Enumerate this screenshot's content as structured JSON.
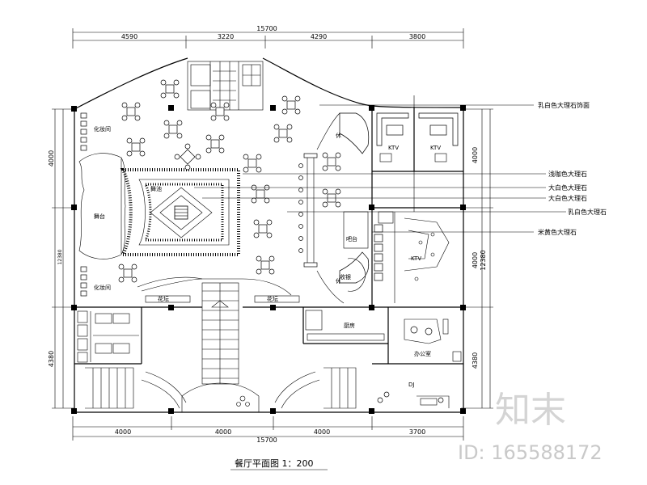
{
  "drawing": {
    "title": "餐厅平面图 1：200",
    "total_dimension_top": "15700",
    "total_dimension_bottom": "15700",
    "top_dimensions": [
      "4590",
      "3220",
      "4290",
      "3800"
    ],
    "bottom_dimensions": [
      "4000",
      "4000",
      "4000",
      "3700"
    ],
    "right_dimensions": [
      "4000",
      "4000",
      "12380",
      "4380"
    ],
    "left_dimensions": [
      "4000",
      "12380",
      "4380"
    ],
    "room_labels": {
      "stage": "舞台",
      "dance_floor": "舞池",
      "ktv_room_1": "KTV",
      "ktv_room_2": "KTV",
      "ktv_hall": "KTV",
      "bar": "吧台",
      "kitchen": "厨房",
      "office": "办公室",
      "makeup_left_top": "化妆间",
      "makeup_left_bottom": "化妆间",
      "dj": "DJ",
      "planter_left": "花坛",
      "planter_right": "花坛",
      "cashier": "收银",
      "lounge_left": "休",
      "lounge_right": "休"
    },
    "annotations": [
      "乳白色大理石饰面",
      "浅咖色大理石",
      "大白色大理石",
      "大白色大理石",
      "乳白色大理石",
      "米黄色大理石"
    ]
  },
  "watermark": {
    "logo_text": "知末",
    "id_text": "ID: 165588172"
  }
}
